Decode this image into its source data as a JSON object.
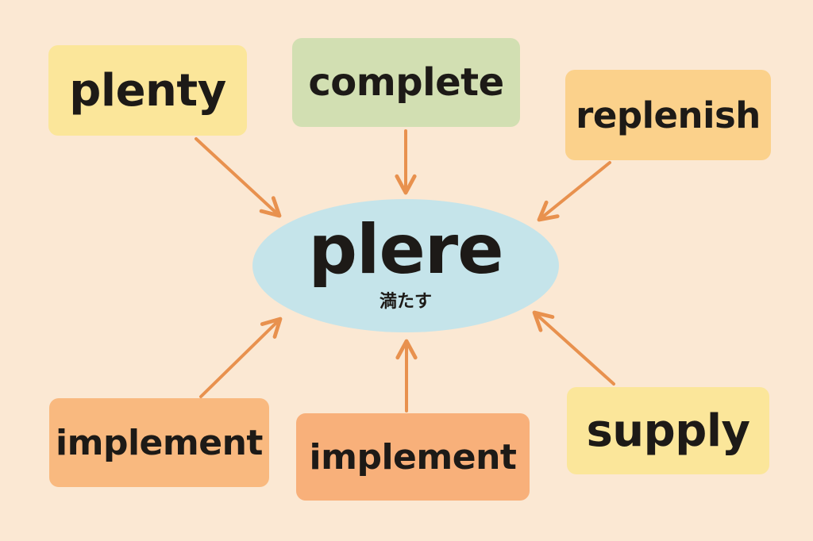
{
  "colors": {
    "background": "#fbe8d3",
    "arrow": "#e8914e",
    "center_ellipse": "#c5e4ea",
    "yellow_box": "#fbe69a",
    "green_box": "#d2dfb2",
    "orange_light_box": "#fbd18b",
    "orange_box": "#f9b97f",
    "orange_strong_box": "#f8b07a"
  },
  "center": {
    "root": "plere",
    "meaning": "満たす"
  },
  "words": {
    "plenty": "plenty",
    "complete": "complete",
    "replenish": "replenish",
    "implement_left": "implement",
    "implement_mid": "implement",
    "supply": "supply"
  }
}
